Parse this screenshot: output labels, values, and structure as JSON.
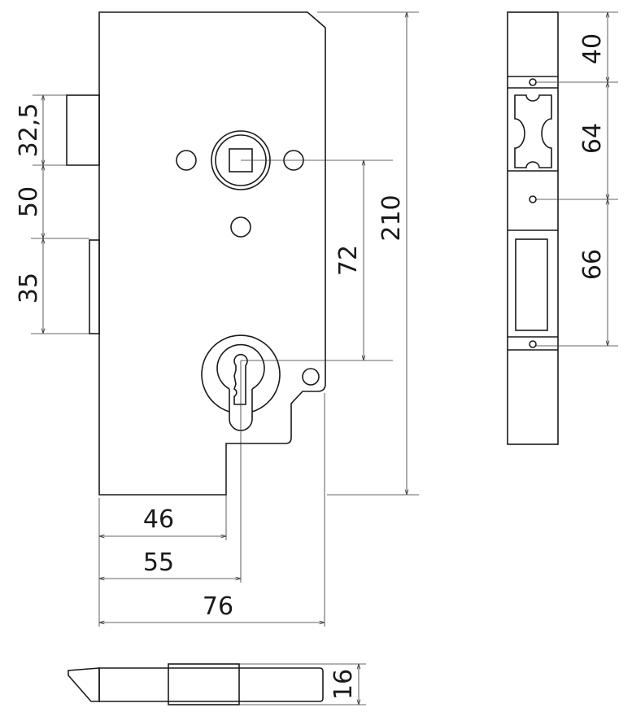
{
  "title": "Mortise lock technical drawing",
  "front_view": {
    "dims": {
      "latch_height": "32,5",
      "latch_to_bolt": "50",
      "bolt_height": "35",
      "centre_distance": "72",
      "total_height": "210",
      "backset_edge": "46",
      "backset": "55",
      "body_width": "76"
    }
  },
  "faceplate_view": {
    "dims": {
      "top": "40",
      "upper": "64",
      "lower": "66"
    }
  },
  "bottom_view": {
    "dims": {
      "thickness": "16"
    }
  },
  "colors": {
    "line": "#1a1a1a",
    "background": "#ffffff"
  }
}
